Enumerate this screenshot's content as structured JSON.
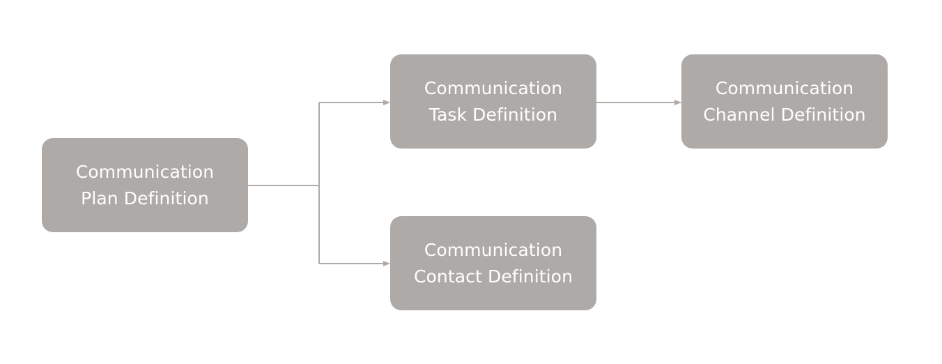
{
  "diagram": {
    "colors": {
      "node_fill": "#aeaaa8",
      "node_text": "#ffffff",
      "connector": "#aeaaa8"
    },
    "nodes": {
      "plan": {
        "line1": "Communication",
        "line2": "Plan Definition"
      },
      "task": {
        "line1": "Communication",
        "line2": "Task Definition"
      },
      "channel": {
        "line1": "Communication",
        "line2": "Channel Definition"
      },
      "contact": {
        "line1": "Communication",
        "line2": "Contact Definition"
      }
    }
  }
}
